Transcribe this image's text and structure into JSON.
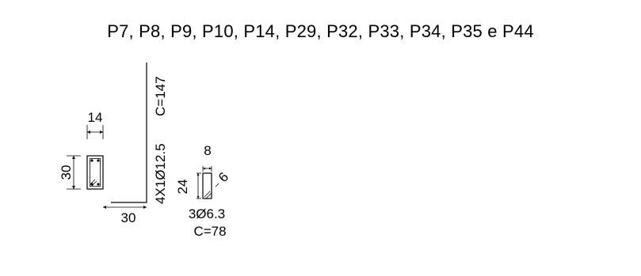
{
  "title": "P7, P8, P9, P10, P14, P29, P32, P33, P34, P35 e P44",
  "section": {
    "width_label": "14",
    "height_label": "30"
  },
  "longitudinal_bar": {
    "spec_label": "4X1Ø12.5",
    "length_label": "C=147",
    "foot_label": "30"
  },
  "stirrup": {
    "width_label": "8",
    "height_label": "24",
    "hook_label": "6",
    "spec_label": "3Ø6.3",
    "length_label": "C=78"
  }
}
